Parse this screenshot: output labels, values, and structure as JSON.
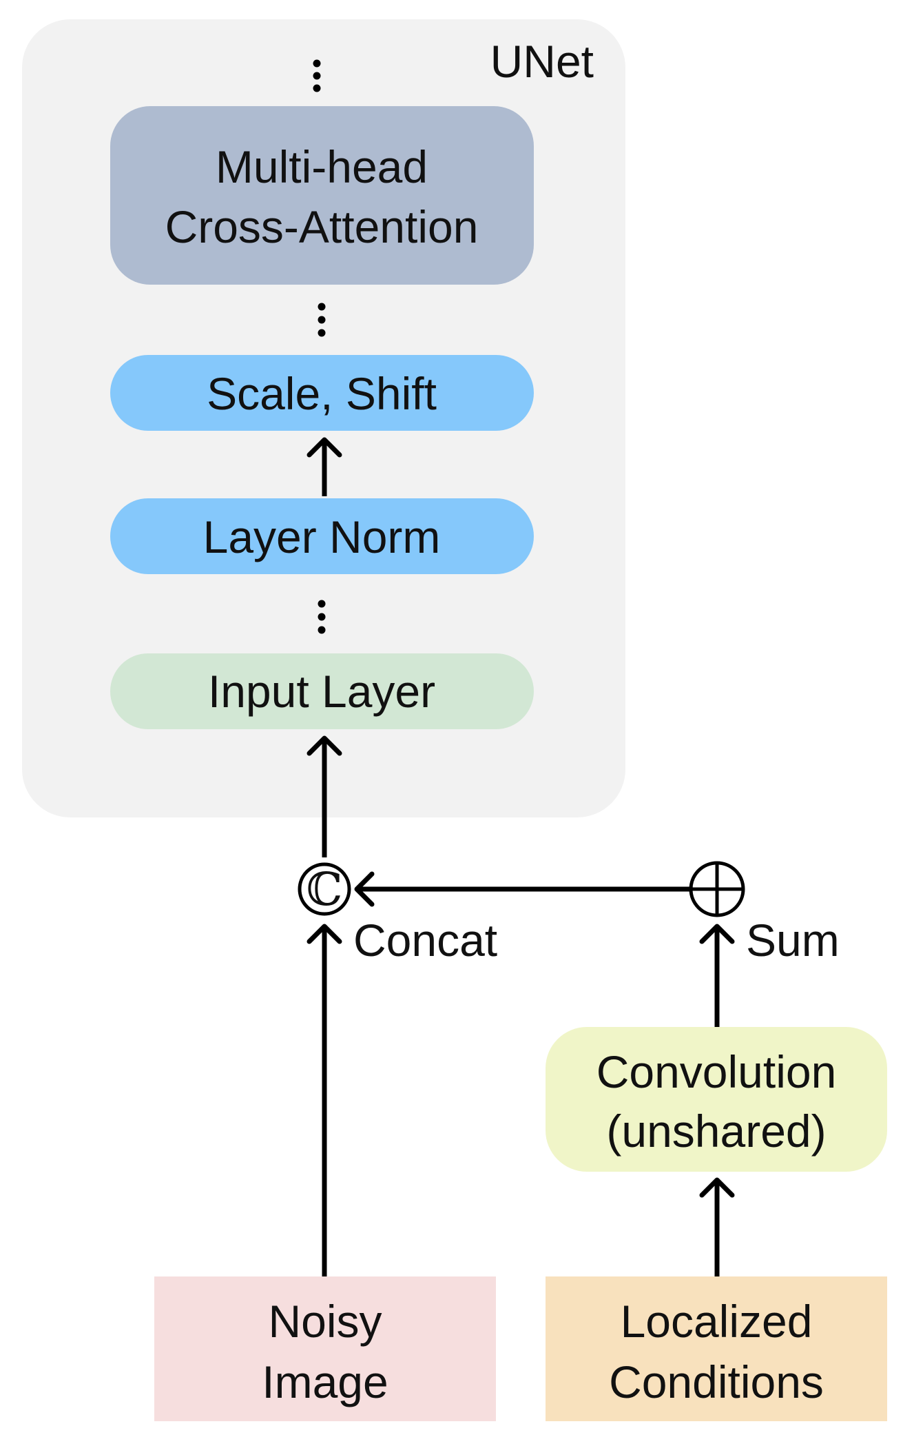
{
  "diagram": {
    "container_label": "UNet",
    "blocks": {
      "multi_head_line1": "Multi-head",
      "multi_head_line2": "Cross-Attention",
      "scale_shift": "Scale, Shift",
      "layer_norm": "Layer Norm",
      "input_layer": "Input Layer",
      "convolution_line1": "Convolution",
      "convolution_line2": "(unshared)",
      "noisy_line1": "Noisy",
      "noisy_line2": "Image",
      "localized_line1": "Localized",
      "localized_line2": "Conditions"
    },
    "operators": {
      "concat_symbol": "ℂ",
      "concat_label": "Concat",
      "sum_label": "Sum"
    },
    "colors": {
      "unet_background": "#f2f2f2",
      "cross_attention": "#aebbd0",
      "norm_blocks": "#85c8fb",
      "input_layer": "#d2e7d4",
      "convolution": "#f0f5c8",
      "noisy_image": "#f6dede",
      "localized_conditions": "#f8e1bd"
    }
  }
}
